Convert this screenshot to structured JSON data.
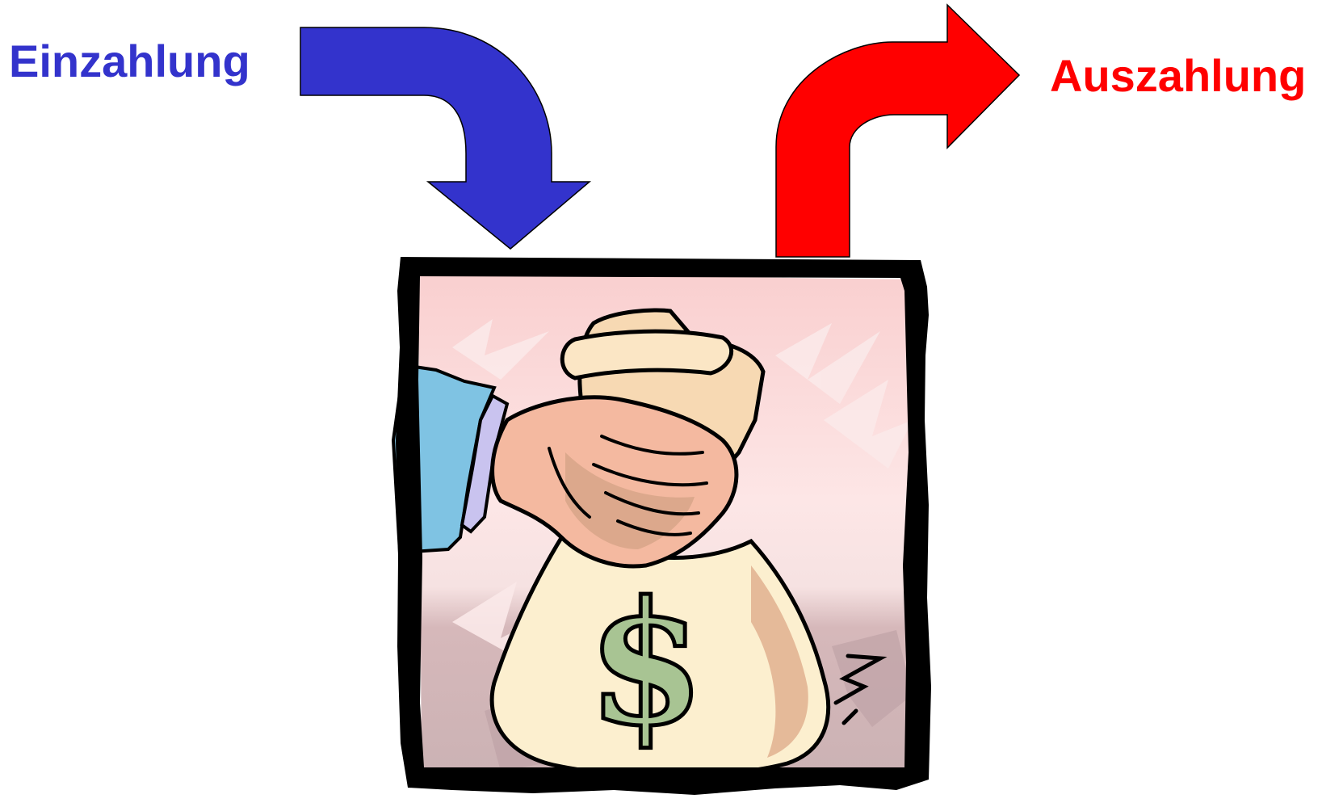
{
  "inflow": {
    "label": "Einzahlung",
    "color": "#3333cc"
  },
  "outflow": {
    "label": "Auszahlung",
    "color": "#ff0000"
  },
  "picture": {
    "subject": "money-bag-clipart",
    "glyph": "$"
  }
}
